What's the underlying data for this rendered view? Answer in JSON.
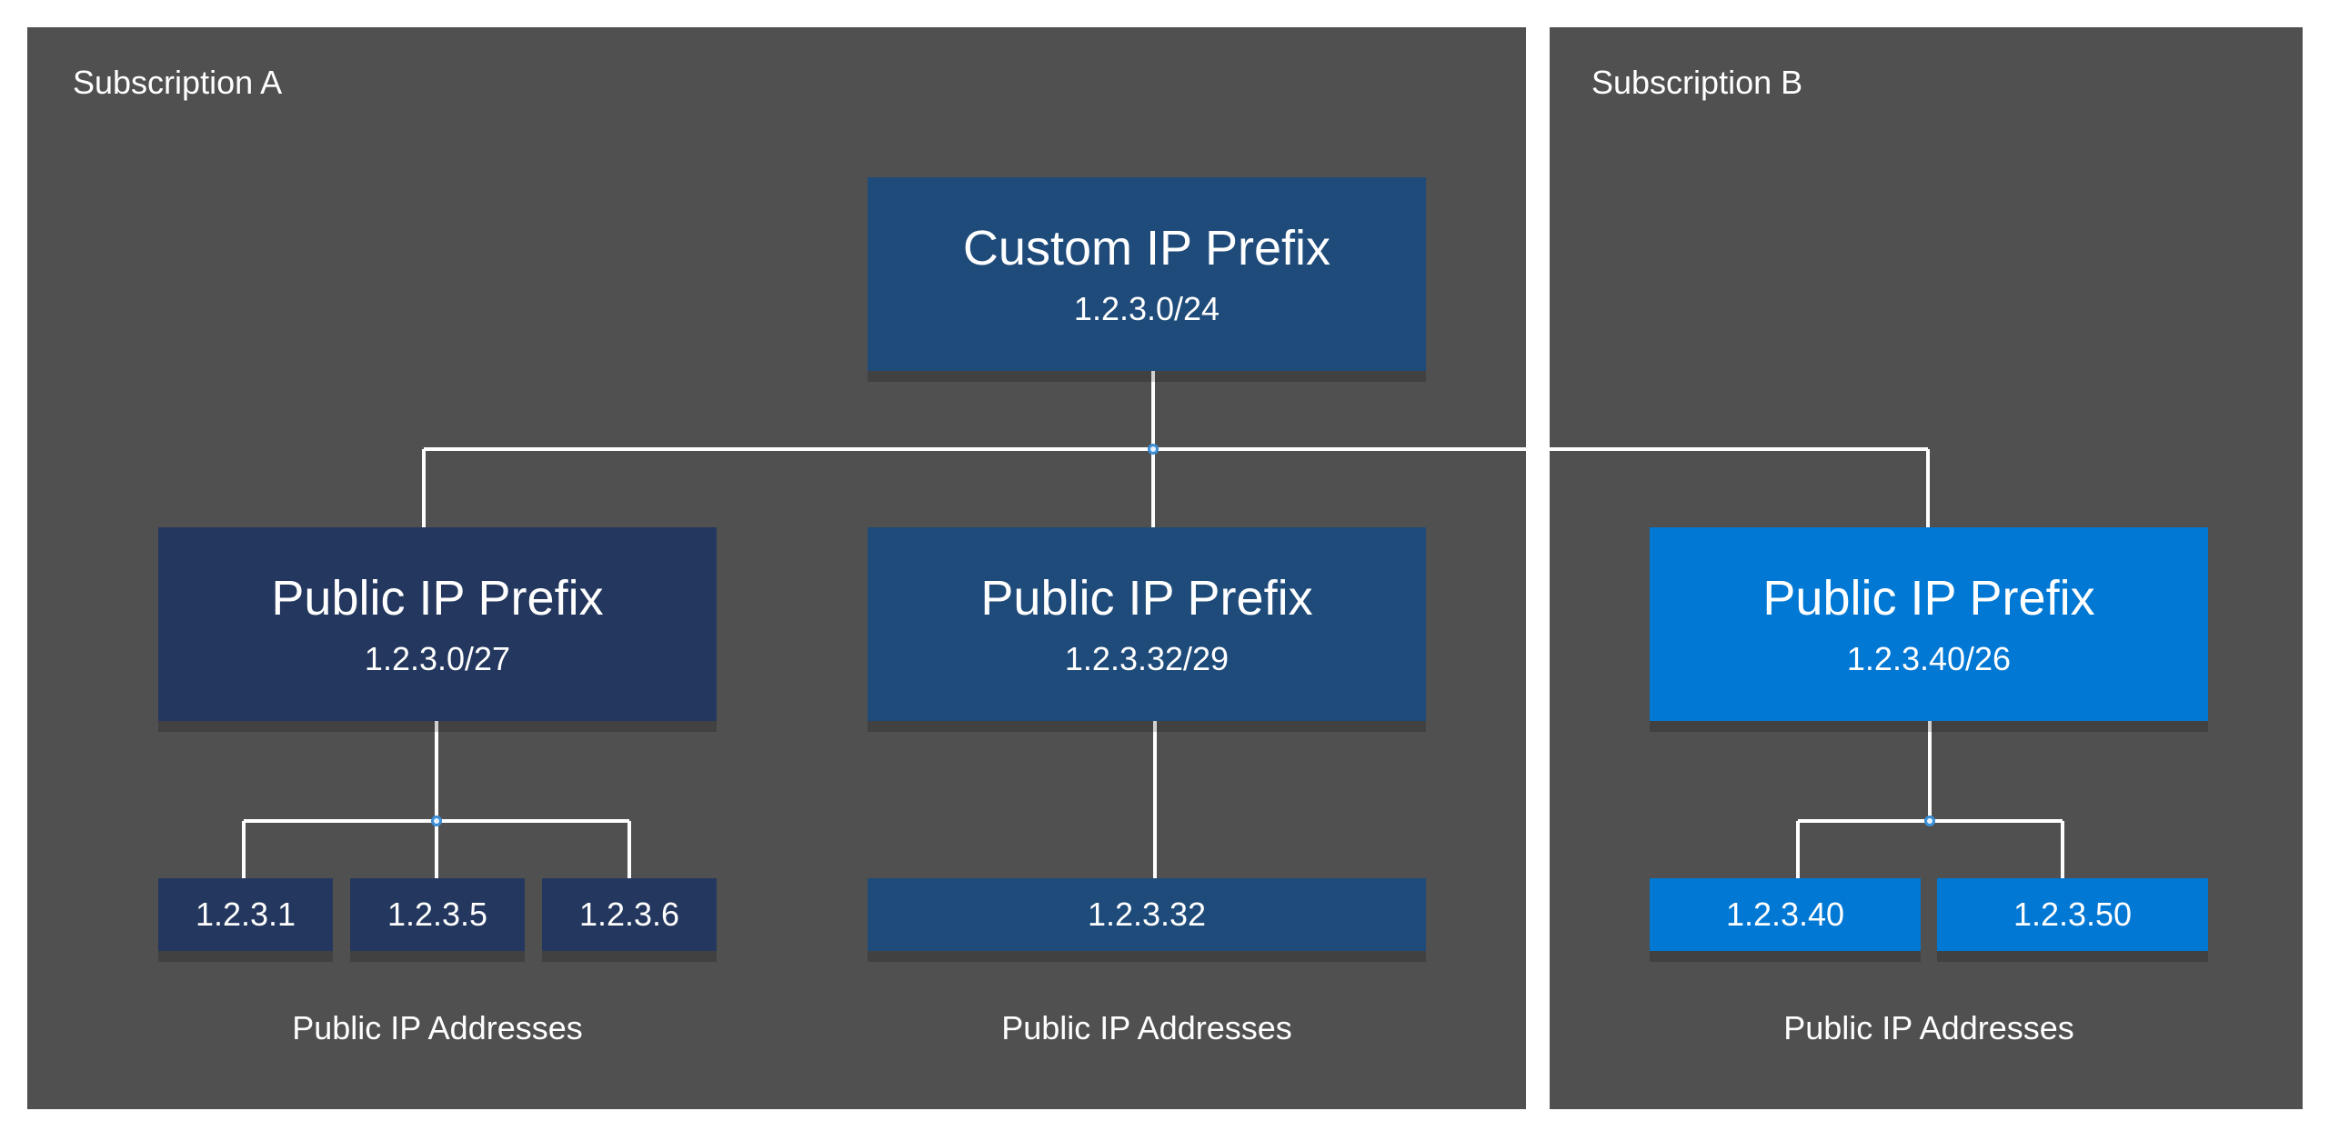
{
  "colors": {
    "panel": "#505050",
    "custom_prefix": "#1f4b7a",
    "prefix_dark": "#24375e",
    "prefix_mid": "#1f4b7a",
    "prefix_bright": "#0078d4",
    "wire": "#ffffff"
  },
  "subscriptions": [
    {
      "label": "Subscription A"
    },
    {
      "label": "Subscription B"
    }
  ],
  "custom_prefix": {
    "title": "Custom IP Prefix",
    "cidr": "1.2.3.0/24"
  },
  "public_prefixes": [
    {
      "title": "Public IP Prefix",
      "cidr": "1.2.3.0/27",
      "addresses": [
        "1.2.3.1",
        "1.2.3.5",
        "1.2.3.6"
      ],
      "caption": "Public IP Addresses"
    },
    {
      "title": "Public IP Prefix",
      "cidr": "1.2.3.32/29",
      "addresses": [
        "1.2.3.32"
      ],
      "caption": "Public IP Addresses"
    },
    {
      "title": "Public IP Prefix",
      "cidr": "1.2.3.40/26",
      "addresses": [
        "1.2.3.40",
        "1.2.3.50"
      ],
      "caption": "Public IP Addresses"
    }
  ]
}
